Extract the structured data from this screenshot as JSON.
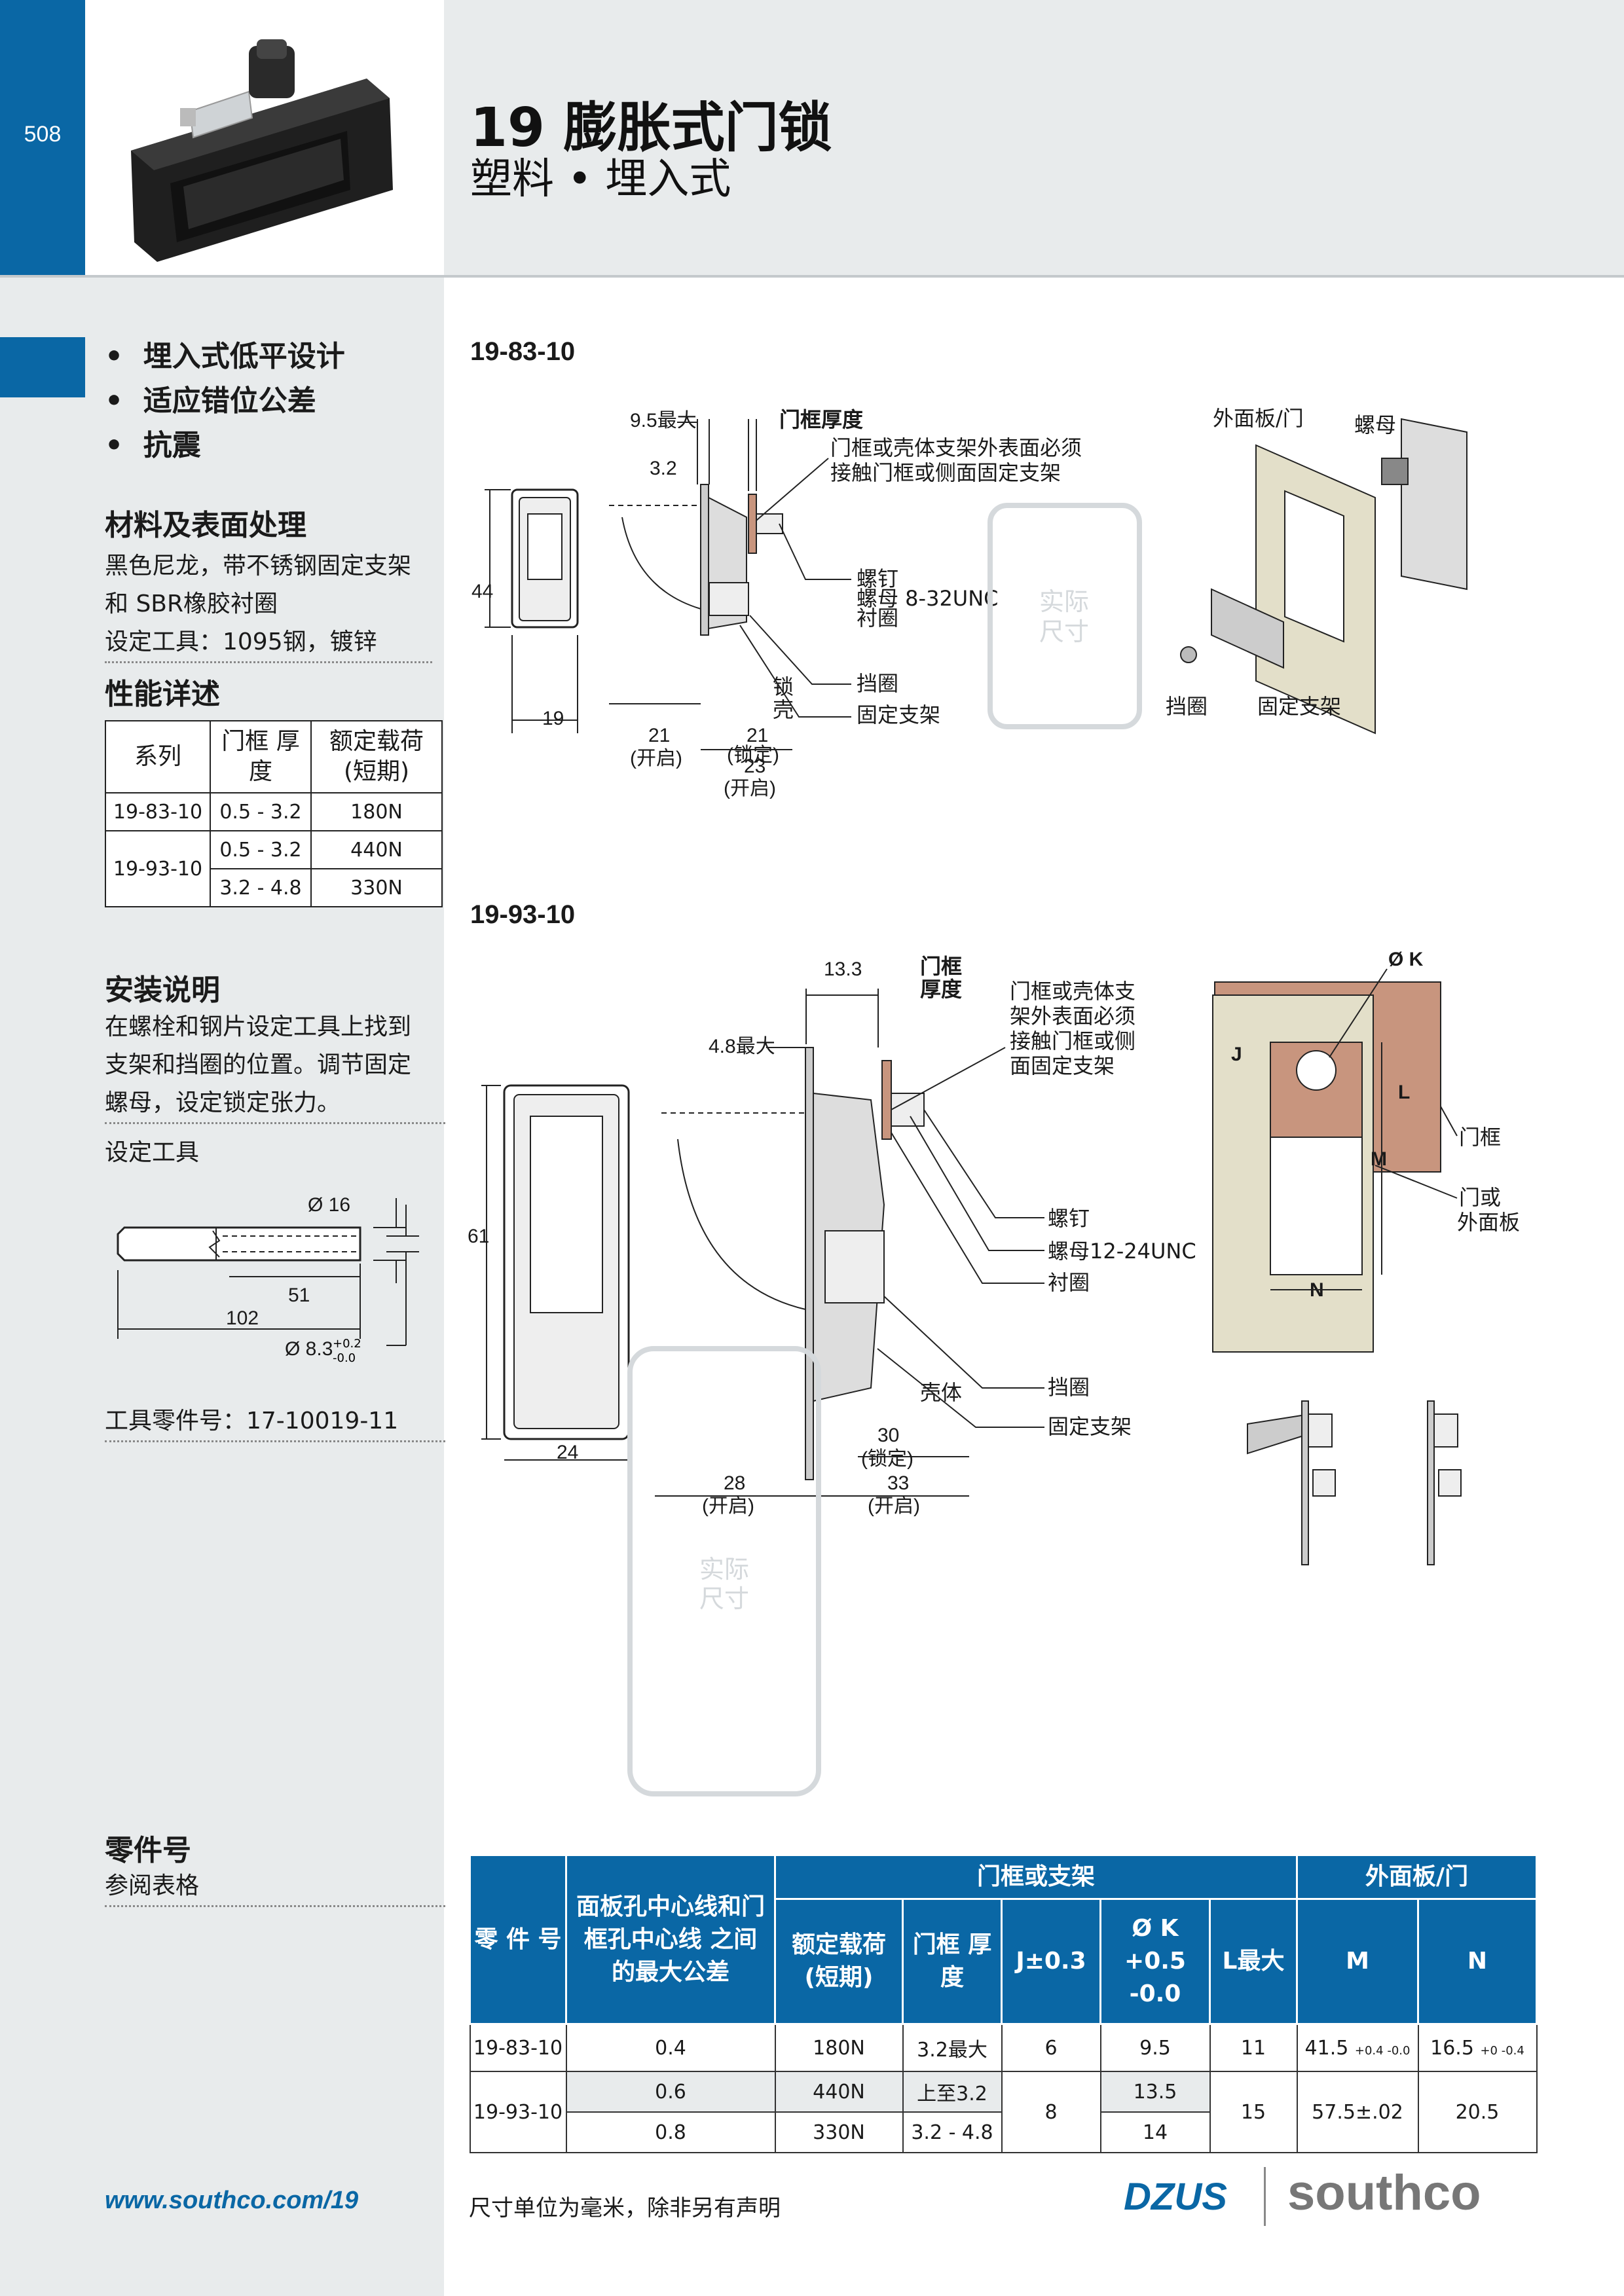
{
  "header": {
    "page_number": "508",
    "title": "19 膨胀式门锁",
    "subtitle": "塑料 • 埋入式"
  },
  "features": [
    "埋入式低平设计",
    "适应错位公差",
    "抗震"
  ],
  "materials": {
    "heading": "材料及表面处理",
    "lines": [
      "黑色尼龙，带不锈钢固定支架",
      "和 SBR橡胶衬圈",
      "设定工具：1095钢，镀锌"
    ]
  },
  "performance": {
    "heading": "性能详述",
    "headers": [
      "系列",
      "门框 厚度",
      "额定载荷 (短期)"
    ],
    "rows": [
      {
        "series": "19-83-10",
        "thickness": "0.5 - 3.2",
        "load": "180N"
      },
      {
        "series": "19-93-10",
        "thickness": "0.5 - 3.2",
        "load": "440N"
      },
      {
        "series": "",
        "thickness": "3.2 - 4.8",
        "load": "330N"
      }
    ]
  },
  "install": {
    "heading": "安装说明",
    "lines": [
      "在螺栓和钢片设定工具上找到",
      "支架和挡圈的位置。调节固定",
      "螺母，设定锁定张力。"
    ],
    "tool_label": "设定工具",
    "tool_dims": {
      "d16": "Ø 16",
      "l51": "51",
      "l102": "102",
      "d83": "Ø 8.3",
      "d83_tol_plus": "+0.2",
      "d83_tol_minus": "-0.0"
    },
    "tool_part": "工具零件号：17-10019-11"
  },
  "parts": {
    "heading": "零件号",
    "note": "参阅表格"
  },
  "diagram1": {
    "part_no": "19-83-10",
    "dims": {
      "d95": "9.5最大",
      "d32": "3.2",
      "frame": "门框厚度",
      "h44": "44",
      "w19": "19",
      "d21": "21",
      "d21_state": "(开启)",
      "d21b": "21",
      "d21b_state": "(锁定)",
      "d23": "23",
      "d23_state": "(开启)"
    },
    "callouts": [
      "门框或壳体支架外表面必须",
      "接触门框或侧面固定支架"
    ],
    "labels": {
      "screw": "螺钉",
      "nut": "螺母 8-32UNC",
      "bushing": "衬圈",
      "retainer": "挡圈",
      "bracket": "固定支架",
      "lock": "锁",
      "case": "壳"
    },
    "actual_size": [
      "实际",
      "尺寸"
    ],
    "exploded": {
      "panel": "外面板/门",
      "nut": "螺母",
      "retainer": "挡圈",
      "bracket": "固定支架"
    }
  },
  "diagram2": {
    "part_no": "19-93-10",
    "dims": {
      "d133": "13.3",
      "frame1": "门框",
      "frame2": "厚度",
      "d48": "4.8最大",
      "h61": "61",
      "w24": "24",
      "d28": "28",
      "d28_state": "(开启)",
      "d30": "30",
      "d30_state": "(锁定)",
      "d33": "33",
      "d33_state": "(开启)"
    },
    "callouts": [
      "门框或壳体支",
      "架外表面必须",
      "接触门框或侧",
      "面固定支架"
    ],
    "labels": {
      "screw": "螺钉",
      "nut": "螺母12-24UNC",
      "bushing": "衬圈",
      "case": "壳体",
      "retainer": "挡圈",
      "bracket": "固定支架"
    },
    "cutout": {
      "k": "Ø K",
      "j": "J",
      "l": "L",
      "m": "M",
      "n": "N",
      "frame": "门框",
      "panel1": "门或",
      "panel2": "外面板"
    },
    "actual_size": [
      "实际",
      "尺寸"
    ]
  },
  "main_table": {
    "group_headers": {
      "part": "零 件 号",
      "tolerance": "面板孔中心线和门框孔中心线 之间的最大公差",
      "frame": "门框或支架",
      "panel": "外面板/门"
    },
    "sub_headers": {
      "load": "额定载荷 (短期)",
      "thickness": "门框 厚度",
      "j": "J±0.3",
      "k": "Ø K +0.5 -0.0",
      "l": "L最大",
      "m": "M",
      "n": "N"
    },
    "rows": [
      {
        "part": "19-83-10",
        "tol": "0.4",
        "load": "180N",
        "thick": "3.2最大",
        "j": "6",
        "k": "9.5",
        "l": "11",
        "m": "41.5",
        "m_tol": "+0.4 -0.0",
        "n": "16.5",
        "n_tol": "+0 -0.4"
      },
      {
        "part": "19-93-10",
        "tol": "0.6",
        "load": "440N",
        "thick": "上至3.2",
        "j": "8",
        "k": "13.5",
        "l": "15",
        "m": "57.5±.02",
        "m_tol": "",
        "n": "20.5",
        "n_tol": ""
      },
      {
        "part": "",
        "tol": "0.8",
        "load": "330N",
        "thick": "3.2 - 4.8",
        "j": "",
        "k": "14",
        "l": "",
        "m": "",
        "m_tol": "",
        "n": "",
        "n_tol": ""
      }
    ]
  },
  "footer": {
    "url": "www.southco.com/19",
    "note": "尺寸单位为毫米，除非另有声明",
    "brand1": "DZUS",
    "brand2": "southco"
  },
  "colors": {
    "accent_blue": "#0a67a5",
    "sidebar_gray": "#e8ebec",
    "frame_brown": "#c8957e",
    "panel_beige": "#e3dfc9"
  }
}
